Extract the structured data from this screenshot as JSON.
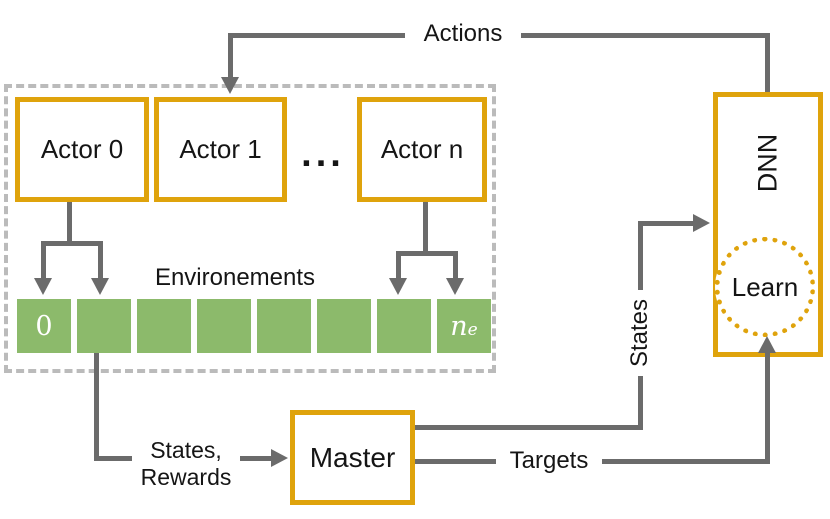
{
  "diagram": {
    "title_hint": "actor-environment learning loop",
    "actions_label": "Actions",
    "environments_label": "Environements",
    "dots": "...",
    "actors": [
      {
        "label": "Actor 0"
      },
      {
        "label": "Actor 1"
      },
      {
        "label": "Actor n"
      }
    ],
    "env_row": {
      "cell_count": 8,
      "first_cell_label": "0",
      "last_cell_label_base": "n",
      "last_cell_label_sub": "e"
    },
    "dnn_label": "DNN",
    "learn_label": "Learn",
    "master_label": "Master",
    "states_rewards_line1": "States,",
    "states_rewards_line2": "Rewards",
    "states_label": "States",
    "targets_label": "Targets"
  },
  "colors": {
    "accent_orange": "#DFA30C",
    "cell_green": "#8CBA6B",
    "line_gray": "#6B6B6B",
    "dashed_gray": "#BBBBBB"
  }
}
